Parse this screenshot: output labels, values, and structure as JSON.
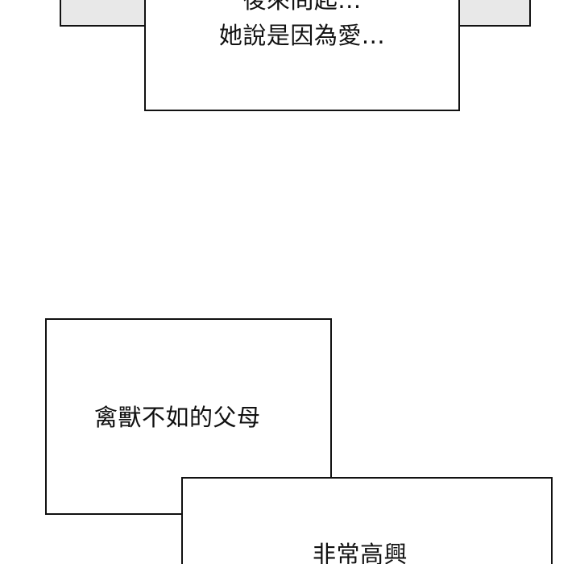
{
  "panels": {
    "top": {
      "line1": "後來問起...",
      "line2": "她說是因為愛..."
    },
    "middle": {
      "text": "禽獸不如的父母"
    },
    "bottom": {
      "text": "非常高興"
    }
  },
  "colors": {
    "border": "#111111",
    "gray_panel": "#e8e8e8",
    "background": "#ffffff"
  }
}
